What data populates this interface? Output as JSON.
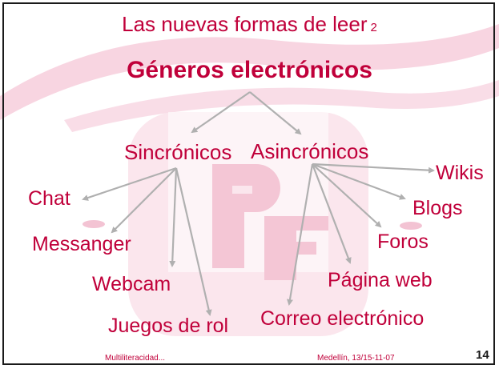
{
  "slide": {
    "title": "Las nuevas formas de leer",
    "title_suffix": "2",
    "subtitle": "Géneros electrónicos",
    "colors": {
      "text": "#c0003a",
      "arrow": "#b0b0b0",
      "watermark": "#f6cfdc",
      "frame": "#1a1a1a"
    },
    "categories": {
      "sync": "Sincrónicos",
      "async": "Asincrónicos"
    },
    "sync_items": [
      "Chat",
      "Messanger",
      "Webcam",
      "Juegos de rol"
    ],
    "async_items": [
      "Wikis",
      "Blogs",
      "Foros",
      "Página web",
      "Correo electrónico"
    ],
    "footer": {
      "left": "Multiliteracidad...",
      "center": "Medellín, 13/15-11-07",
      "page": "14"
    }
  }
}
